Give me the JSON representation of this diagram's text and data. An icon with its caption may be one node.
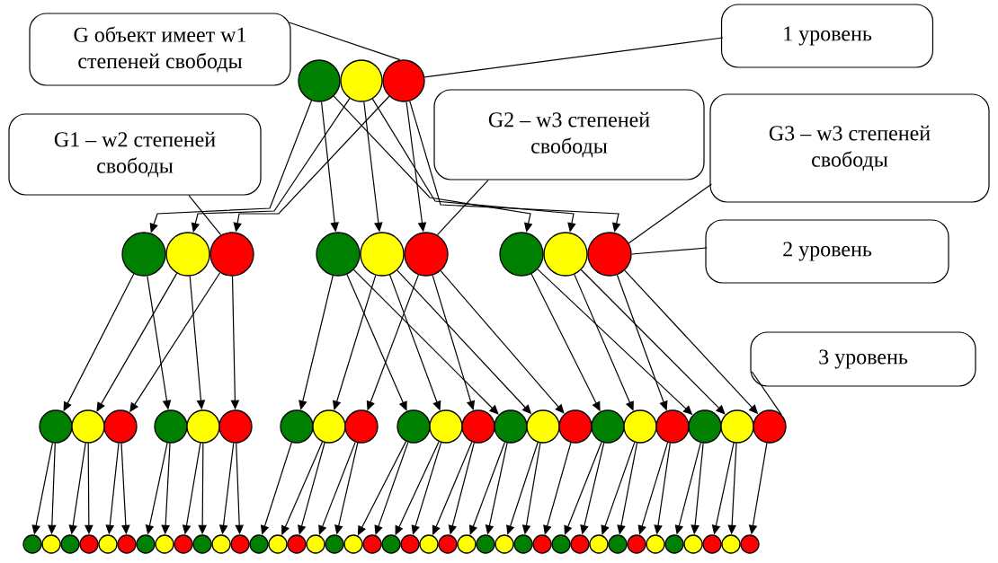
{
  "diagram": {
    "nodes": [
      {
        "text": [
          "G объект имеет w1 степеней свободы"
        ]
      },
      {
        "text": [
          "1 уровень"
        ]
      },
      {
        "text": [
          "G1 – w2 степеней свободы"
        ]
      },
      {
        "text": [
          "G2 – w3 степеней свободы"
        ]
      },
      {
        "text": [
          "G3 – w3 степеней свободы"
        ]
      },
      {
        "text": [
          "2 уровень"
        ]
      },
      {
        "text": [
          "3 уровень"
        ]
      },
      {
        "text": [],
        "shape": "circle"
      },
      {
        "text": [],
        "shape": "circle"
      },
      {
        "text": [],
        "shape": "circle"
      },
      {
        "text": [],
        "shape": "circle"
      },
      {
        "text": [],
        "shape": "circle"
      },
      {
        "text": [],
        "shape": "circle"
      },
      {
        "text": [],
        "shape": "circle"
      },
      {
        "text": [],
        "shape": "circle"
      },
      {
        "text": [],
        "shape": "circle"
      },
      {
        "text": [],
        "shape": "circle"
      },
      {
        "text": [],
        "shape": "circle"
      },
      {
        "text": [],
        "shape": "circle"
      },
      {
        "text": [],
        "shape": "circle"
      },
      {
        "text": [],
        "shape": "circle"
      },
      {
        "text": [],
        "shape": "circle"
      },
      {
        "text": [],
        "shape": "circle"
      },
      {
        "text": [],
        "shape": "circle"
      },
      {
        "text": [],
        "shape": "circle"
      },
      {
        "text": [],
        "shape": "circle"
      },
      {
        "text": [],
        "shape": "circle"
      },
      {
        "text": [],
        "shape": "circle"
      },
      {
        "text": [],
        "shape": "circle"
      },
      {
        "text": [],
        "shape": "circle"
      },
      {
        "text": [],
        "shape": "circle"
      },
      {
        "text": [],
        "shape": "circle"
      },
      {
        "text": [],
        "shape": "circle"
      },
      {
        "text": [],
        "shape": "circle"
      },
      {
        "text": [],
        "shape": "circle"
      },
      {
        "text": [],
        "shape": "circle"
      },
      {
        "text": [],
        "shape": "circle"
      },
      {
        "text": [],
        "shape": "circle"
      },
      {
        "text": [],
        "shape": "circle"
      },
      {
        "text": [],
        "shape": "circle"
      },
      {
        "text": [],
        "shape": "circle"
      },
      {
        "text": [],
        "shape": "circle"
      },
      {
        "text": [],
        "shape": "circle"
      },
      {
        "text": [],
        "shape": "circle"
      },
      {
        "text": [],
        "shape": "circle"
      },
      {
        "text": [],
        "shape": "circle"
      },
      {
        "text": [],
        "shape": "circle"
      },
      {
        "text": [],
        "shape": "circle"
      },
      {
        "text": [],
        "shape": "circle"
      },
      {
        "text": [],
        "shape": "circle"
      },
      {
        "text": [],
        "shape": "circle"
      },
      {
        "text": [],
        "shape": "circle"
      },
      {
        "text": [],
        "shape": "circle"
      },
      {
        "text": [],
        "shape": "circle"
      },
      {
        "text": [],
        "shape": "circle"
      },
      {
        "text": [],
        "shape": "circle"
      },
      {
        "text": [],
        "shape": "circle"
      },
      {
        "text": [],
        "shape": "circle"
      },
      {
        "text": [],
        "shape": "circle"
      },
      {
        "text": [],
        "shape": "circle"
      },
      {
        "text": [],
        "shape": "circle"
      },
      {
        "text": [],
        "shape": "circle"
      },
      {
        "text": [],
        "shape": "circle"
      },
      {
        "text": [],
        "shape": "circle"
      },
      {
        "text": [],
        "shape": "circle"
      },
      {
        "text": [],
        "shape": "circle"
      },
      {
        "text": [],
        "shape": "circle"
      },
      {
        "text": [],
        "shape": "circle"
      },
      {
        "text": [],
        "shape": "circle"
      },
      {
        "text": [],
        "shape": "circle"
      },
      {
        "text": [],
        "shape": "circle"
      },
      {
        "text": [],
        "shape": "circle"
      },
      {
        "text": [],
        "shape": "circle"
      },
      {
        "text": [],
        "shape": "circle"
      },
      {
        "text": [],
        "shape": "circle"
      },
      {
        "text": [],
        "shape": "circle"
      },
      {
        "text": [],
        "shape": "circle"
      },
      {
        "text": [],
        "shape": "circle"
      },
      {
        "text": [],
        "shape": "circle"
      }
    ],
    "edges": [
      {
        "from": 7,
        "to": 10,
        "arrow": "to"
      },
      {
        "from": 7,
        "to": 13,
        "arrow": "to"
      },
      {
        "from": 7,
        "to": 16,
        "arrow": "to"
      },
      {
        "from": 8,
        "to": 11,
        "arrow": "to"
      },
      {
        "from": 8,
        "to": 14,
        "arrow": "to"
      },
      {
        "from": 8,
        "to": 17,
        "arrow": "to"
      },
      {
        "from": 9,
        "to": 12,
        "arrow": "to"
      },
      {
        "from": 9,
        "to": 15,
        "arrow": "to"
      },
      {
        "from": 9,
        "to": 18,
        "arrow": "to"
      },
      {
        "from": 10,
        "to": 19,
        "arrow": "to"
      },
      {
        "from": 10,
        "to": 22,
        "arrow": "to"
      },
      {
        "from": 11,
        "to": 20,
        "arrow": "to"
      },
      {
        "from": 11,
        "to": 23,
        "arrow": "to"
      },
      {
        "from": 12,
        "to": 21,
        "arrow": "to"
      },
      {
        "from": 12,
        "to": 24,
        "arrow": "to"
      },
      {
        "from": 13,
        "to": 25,
        "arrow": "to"
      },
      {
        "from": 13,
        "to": 28,
        "arrow": "to"
      },
      {
        "from": 13,
        "to": 31,
        "arrow": "to"
      },
      {
        "from": 14,
        "to": 26,
        "arrow": "to"
      },
      {
        "from": 14,
        "to": 29,
        "arrow": "to"
      },
      {
        "from": 14,
        "to": 32,
        "arrow": "to"
      },
      {
        "from": 15,
        "to": 27,
        "arrow": "to"
      },
      {
        "from": 15,
        "to": 30,
        "arrow": "to"
      },
      {
        "from": 15,
        "to": 33,
        "arrow": "to"
      },
      {
        "from": 16,
        "to": 34,
        "arrow": "to"
      },
      {
        "from": 16,
        "to": 37,
        "arrow": "to"
      },
      {
        "from": 17,
        "to": 35,
        "arrow": "to"
      },
      {
        "from": 17,
        "to": 38,
        "arrow": "to"
      },
      {
        "from": 18,
        "to": 36,
        "arrow": "to"
      },
      {
        "from": 18,
        "to": 39,
        "arrow": "to"
      },
      {
        "from": 19,
        "to": 40,
        "arrow": "to"
      },
      {
        "from": 19,
        "to": 41,
        "arrow": "to"
      },
      {
        "from": 20,
        "to": 42,
        "arrow": "to"
      },
      {
        "from": 20,
        "to": 43,
        "arrow": "to"
      },
      {
        "from": 21,
        "to": 44,
        "arrow": "to"
      },
      {
        "from": 21,
        "to": 45,
        "arrow": "to"
      },
      {
        "from": 22,
        "to": 46,
        "arrow": "to"
      },
      {
        "from": 22,
        "to": 47,
        "arrow": "to"
      },
      {
        "from": 23,
        "to": 48,
        "arrow": "to"
      },
      {
        "from": 23,
        "to": 49,
        "arrow": "to"
      },
      {
        "from": 24,
        "to": 50,
        "arrow": "to"
      },
      {
        "from": 24,
        "to": 51,
        "arrow": "to"
      },
      {
        "from": 25,
        "to": 52,
        "arrow": "to"
      },
      {
        "from": 26,
        "to": 53,
        "arrow": "to"
      },
      {
        "from": 26,
        "to": 54,
        "arrow": "to"
      },
      {
        "from": 27,
        "to": 55,
        "arrow": "to"
      },
      {
        "from": 27,
        "to": 56,
        "arrow": "to"
      },
      {
        "from": 28,
        "to": 57,
        "arrow": "to"
      },
      {
        "from": 28,
        "to": 58,
        "arrow": "to"
      },
      {
        "from": 29,
        "to": 59,
        "arrow": "to"
      },
      {
        "from": 29,
        "to": 60,
        "arrow": "to"
      },
      {
        "from": 30,
        "to": 61,
        "arrow": "to"
      },
      {
        "from": 30,
        "to": 62,
        "arrow": "to"
      },
      {
        "from": 31,
        "to": 63,
        "arrow": "to"
      },
      {
        "from": 31,
        "to": 64,
        "arrow": "to"
      },
      {
        "from": 32,
        "to": 65,
        "arrow": "to"
      },
      {
        "from": 32,
        "to": 66,
        "arrow": "to"
      },
      {
        "from": 33,
        "to": 67,
        "arrow": "to"
      },
      {
        "from": 34,
        "to": 68,
        "arrow": "to"
      },
      {
        "from": 34,
        "to": 69,
        "arrow": "to"
      },
      {
        "from": 35,
        "to": 70,
        "arrow": "to"
      },
      {
        "from": 35,
        "to": 71,
        "arrow": "to"
      },
      {
        "from": 36,
        "to": 72,
        "arrow": "to"
      },
      {
        "from": 36,
        "to": 73,
        "arrow": "to"
      },
      {
        "from": 37,
        "to": 74,
        "arrow": "to"
      },
      {
        "from": 37,
        "to": 75,
        "arrow": "to"
      },
      {
        "from": 38,
        "to": 76,
        "arrow": "to"
      },
      {
        "from": 38,
        "to": 77,
        "arrow": "to"
      },
      {
        "from": 39,
        "to": 78,
        "arrow": "to"
      },
      {
        "from": 0,
        "to": 9,
        "arrow": "none"
      },
      {
        "from": 1,
        "to": 9,
        "arrow": "none"
      },
      {
        "from": 2,
        "to": 12,
        "arrow": "none"
      },
      {
        "from": 3,
        "to": 15,
        "arrow": "none"
      },
      {
        "from": 4,
        "to": 18,
        "arrow": "none"
      },
      {
        "from": 5,
        "to": 18,
        "arrow": "none"
      },
      {
        "from": 6,
        "to": 39,
        "arrow": "none"
      }
    ]
  }
}
